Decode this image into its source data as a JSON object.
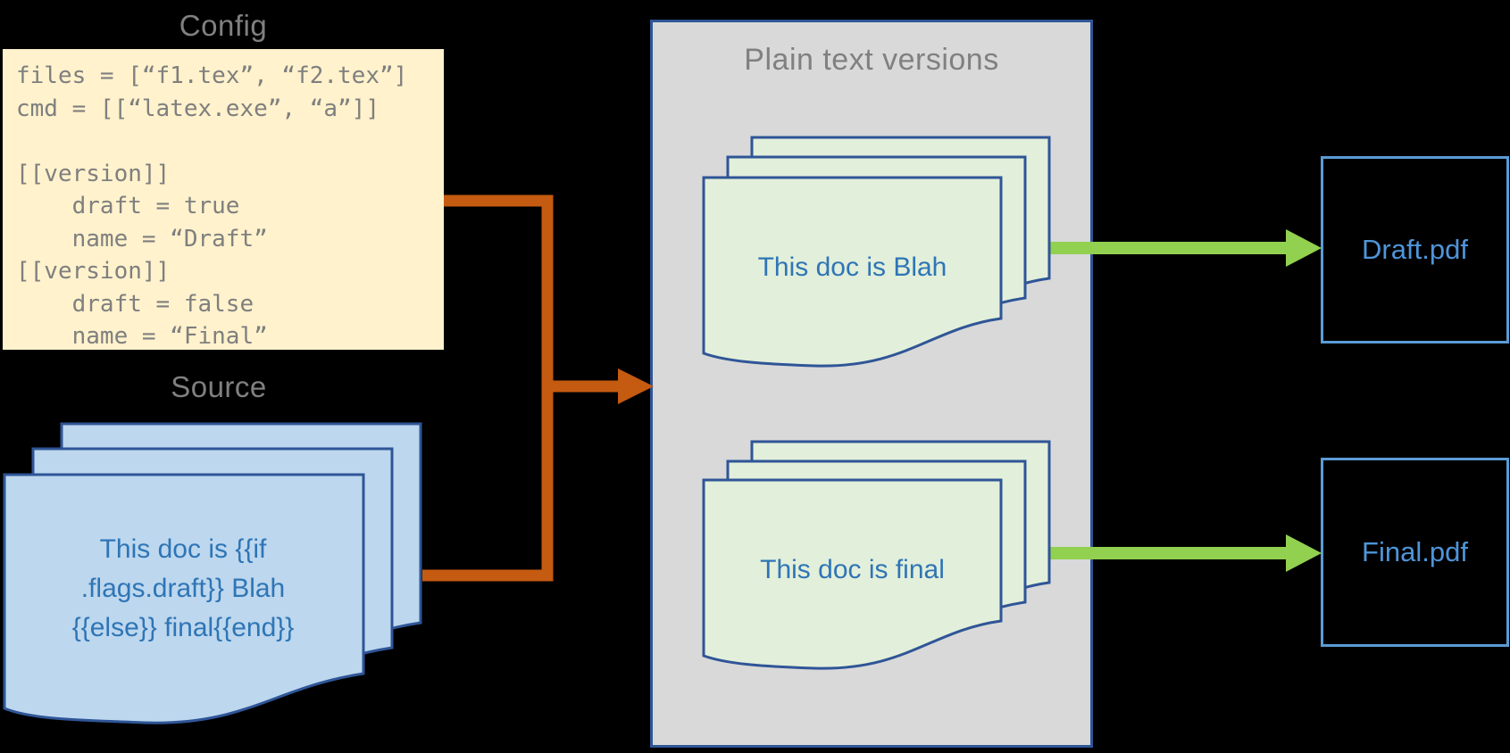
{
  "config": {
    "title": "Config",
    "code": "files = [“f1.tex”, “f2.tex”]\ncmd = [[“latex.exe”, “a”]]\n\n[[version]]\n    draft = true\n    name = “Draft”\n[[version]]\n    draft = false\n    name = “Final”"
  },
  "source": {
    "title": "Source",
    "doc_text": "This doc is {{if\n.flags.draft}} Blah\n{{else}} final{{end}}"
  },
  "plain_text_versions": {
    "title": "Plain text versions",
    "draft_doc_text": "This doc is Blah",
    "final_doc_text": "This doc is final"
  },
  "outputs": {
    "draft_label": "Draft.pdf",
    "final_label": "Final.pdf"
  },
  "arrows": {
    "config_source_to_plain": "orange elbow connector merging Config and Source into Plain text versions",
    "draft_to_pdf": "green arrow to Draft.pdf",
    "final_to_pdf": "green arrow to Final.pdf"
  },
  "colors": {
    "background": "#000000",
    "config_fill": "#FFF2CC",
    "code_text": "#7F7F7F",
    "title_text": "#808080",
    "source_doc_fill": "#BDD7EE",
    "plain_doc_fill": "#E2EFDA",
    "doc_border": "#2F5597",
    "plain_box_fill": "#D9D9D9",
    "doc_text": "#2E75B6",
    "connector_orange": "#C55A11",
    "arrow_green": "#92D050",
    "pdf_box_border": "#5B9BD5",
    "pdf_label_text": "#4E95D9"
  }
}
